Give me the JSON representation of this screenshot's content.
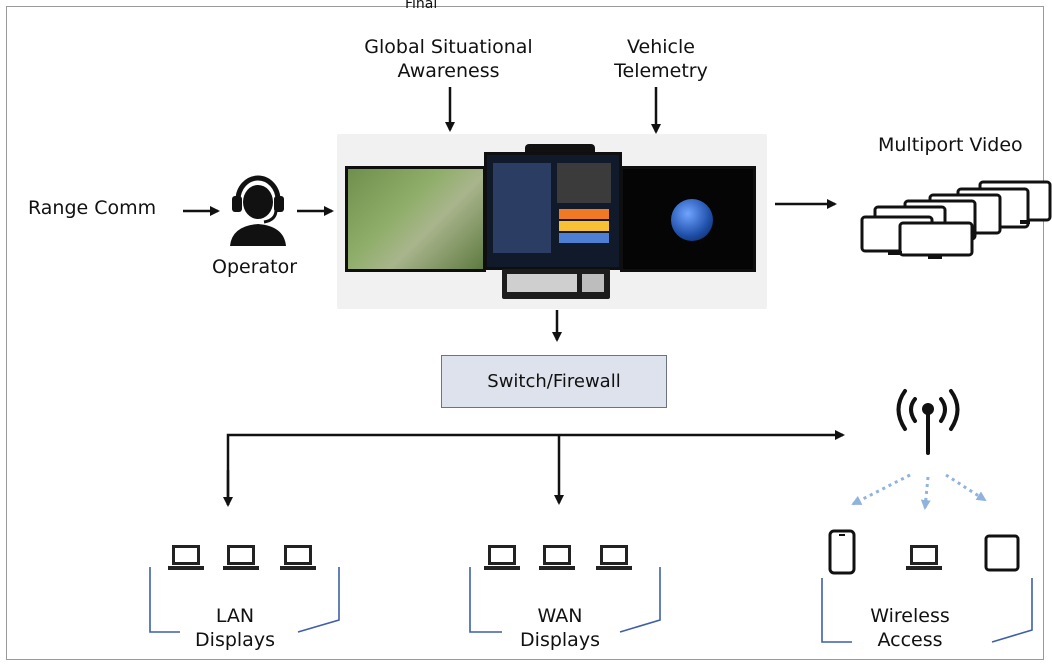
{
  "diagram": {
    "top_fragment": "Final",
    "inputs": {
      "global_situational_awareness": [
        "Global Situational",
        "Awareness"
      ],
      "vehicle_telemetry": [
        "Vehicle",
        "Telemetry"
      ],
      "range_comm": "Range Comm"
    },
    "operator_label": "Operator",
    "multiport_video_label": "Multiport Video",
    "switch_label": "Switch/Firewall",
    "lan": [
      "LAN",
      "Displays"
    ],
    "wan": [
      "WAN",
      "Displays"
    ],
    "wireless": [
      "Wireless",
      "Access"
    ],
    "colors": {
      "switch_fill": "#dde2ec",
      "bracket": "#3f5fa8",
      "wireless_dots": "#8fb3dc"
    },
    "icons": [
      "headset-operator-icon",
      "monitor-stack-icon",
      "laptop-icon",
      "antenna-icon",
      "phone-icon",
      "tablet-icon"
    ]
  }
}
